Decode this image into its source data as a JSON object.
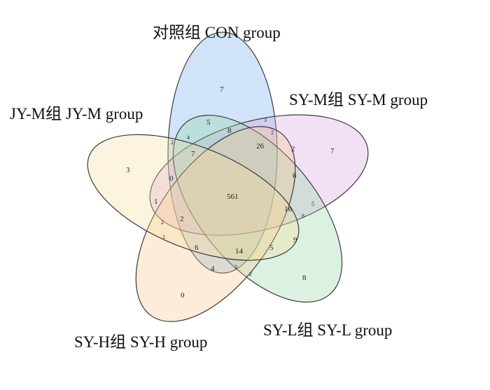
{
  "sets": [
    {
      "id": "con",
      "label": "对照组 CON group",
      "color": "#6fa8ec"
    },
    {
      "id": "sym",
      "label": "SY-M组 SY-M group",
      "color": "#d7a3e0"
    },
    {
      "id": "syl",
      "label": "SY-L组 SY-L group",
      "color": "#8ed6a6"
    },
    {
      "id": "syh",
      "label": "SY-H组 SY-H group",
      "color": "#f5c48a"
    },
    {
      "id": "jym",
      "label": "JY-M组 JY-M group",
      "color": "#f7dc9a"
    }
  ],
  "counts": {
    "con_only": "7",
    "sym_only": "7",
    "syl_only": "8",
    "syh_only": "0",
    "jym_only": "3",
    "all_five": "561",
    "r5": "5",
    "r8": "8",
    "r3": "3",
    "r2a": "2",
    "r4": "4",
    "r2b": "2",
    "r26": "26",
    "r7b": "7",
    "r2c": "2",
    "r0": "0",
    "r6a": "6",
    "r1": "1",
    "r2d": "2",
    "r2e": "2",
    "r16": "16",
    "r5b": "5",
    "r8b": "8",
    "r1b": "1",
    "r6b": "6",
    "r14": "14",
    "r5c": "5",
    "r9": "9",
    "r4b": "4",
    "r3b": "3",
    "r2f": "2"
  }
}
